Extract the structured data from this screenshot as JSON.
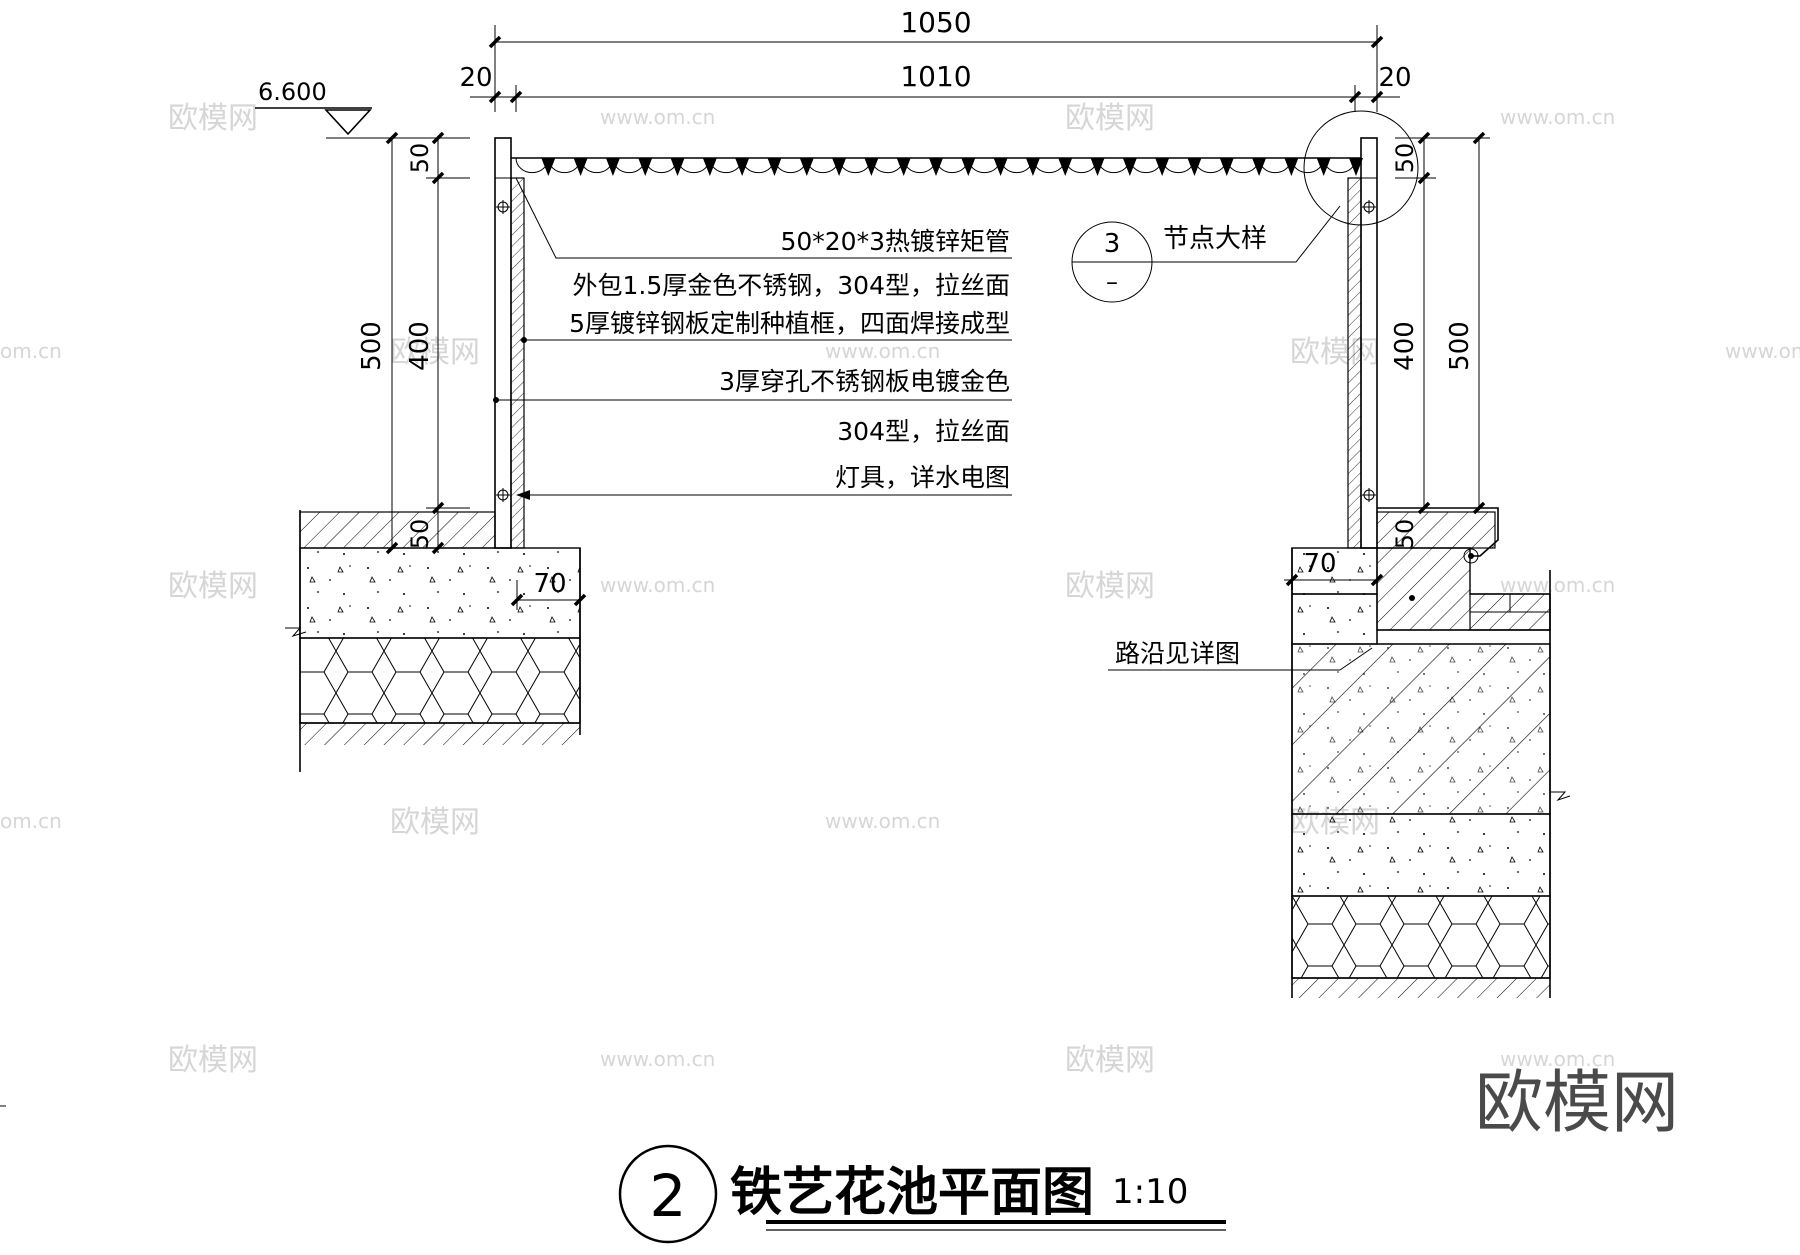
{
  "title": {
    "number": "2",
    "name": "铁艺花池平面图",
    "scale": "1:10"
  },
  "dimensions": {
    "overall_width": "1050",
    "inner_width": "1010",
    "edge_left": "20",
    "edge_right": "20",
    "elevation": "6.600",
    "left_total_height": "500",
    "left_mid_height": "400",
    "left_top": "50",
    "left_bottom": "50",
    "right_total_height": "500",
    "right_mid_height": "400",
    "right_top": "50",
    "right_bottom": "50",
    "left_setback": "70",
    "right_setback": "70"
  },
  "notes": {
    "tube": "50*20*3热镀锌矩管",
    "cladding": "外包1.5厚金色不锈钢，304型，拉丝面",
    "frame": "5厚镀锌钢板定制种植框，四面焊接成型",
    "perforated": "3厚穿孔不锈钢板电镀金色",
    "perforated_grade": "304型，拉丝面",
    "lighting": "灯具，详水电图",
    "curb": "路沿见详图"
  },
  "detail_callout": {
    "number": "3",
    "sheet": "–",
    "label": "节点大样"
  },
  "watermarks": {
    "brand": "欧模网",
    "site": "www.om.cn",
    "site_short": "om.cn"
  }
}
